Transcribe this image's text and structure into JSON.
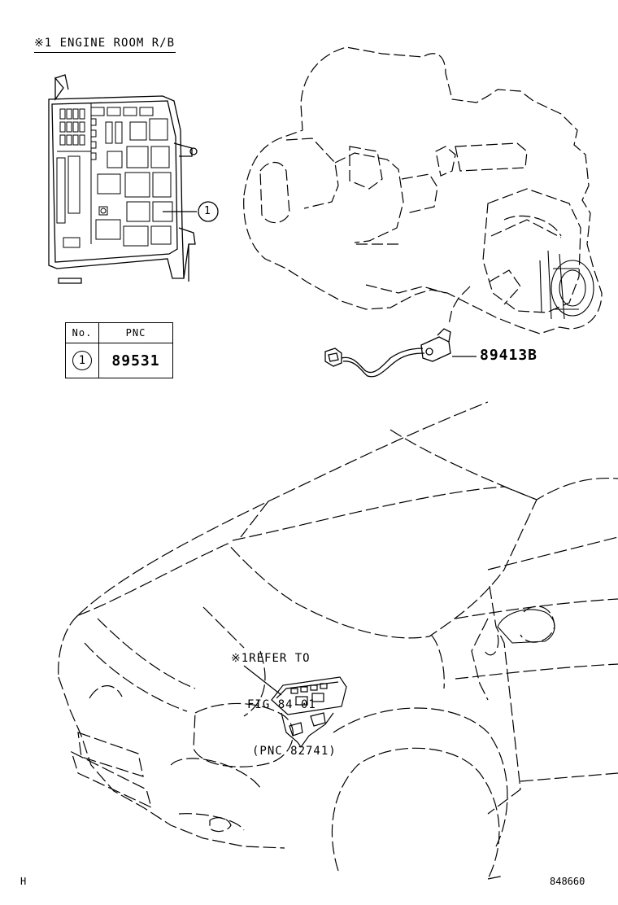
{
  "title": "※1 ENGINE ROOM R/B",
  "callouts": [
    {
      "number": "1"
    }
  ],
  "table": {
    "headers": [
      "No.",
      "PNC"
    ],
    "rows": [
      {
        "no": "1",
        "pnc": "89531"
      }
    ]
  },
  "parts": {
    "sensor_part_number": "89413B"
  },
  "reference_note": {
    "line1": "※1REFER TO",
    "line2": "FIG 84-01",
    "line3": "(PNC 82741)"
  },
  "footer": {
    "left_code": "H",
    "figure_number": "848660"
  }
}
